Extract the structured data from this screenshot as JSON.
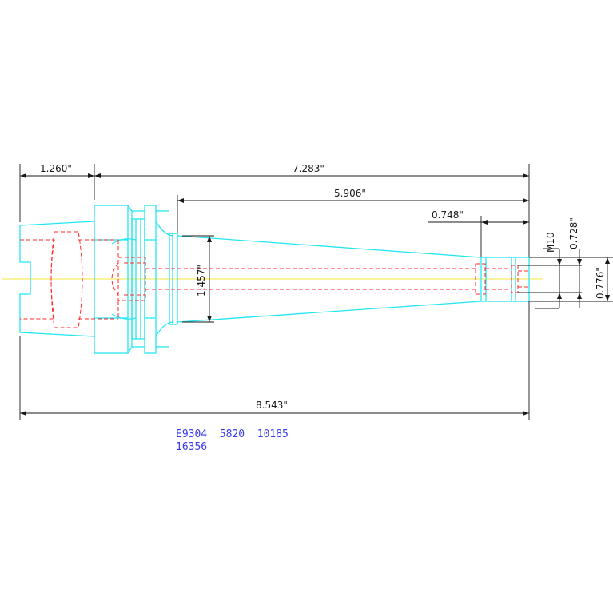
{
  "dimensions": {
    "flange_length": "1.260\"",
    "overall_gauge_length": "7.283\"",
    "taper_length": "5.906\"",
    "nose_length": "0.748\"",
    "thread": "M10",
    "nose_diameter": "0.728\"",
    "bore_diameter": "1.457\"",
    "nose_outer_diameter": "0.776\"",
    "overall_length": "8.543\""
  },
  "notes": {
    "line1": "E9304  5820  10185",
    "line2": "16356"
  },
  "colors": {
    "outline": "#23e6f0",
    "hidden_lines": "#ff2a2a",
    "centerline": "#f5e43a",
    "dimensions": "#1a1a1a",
    "notes": "#3a3af0"
  }
}
